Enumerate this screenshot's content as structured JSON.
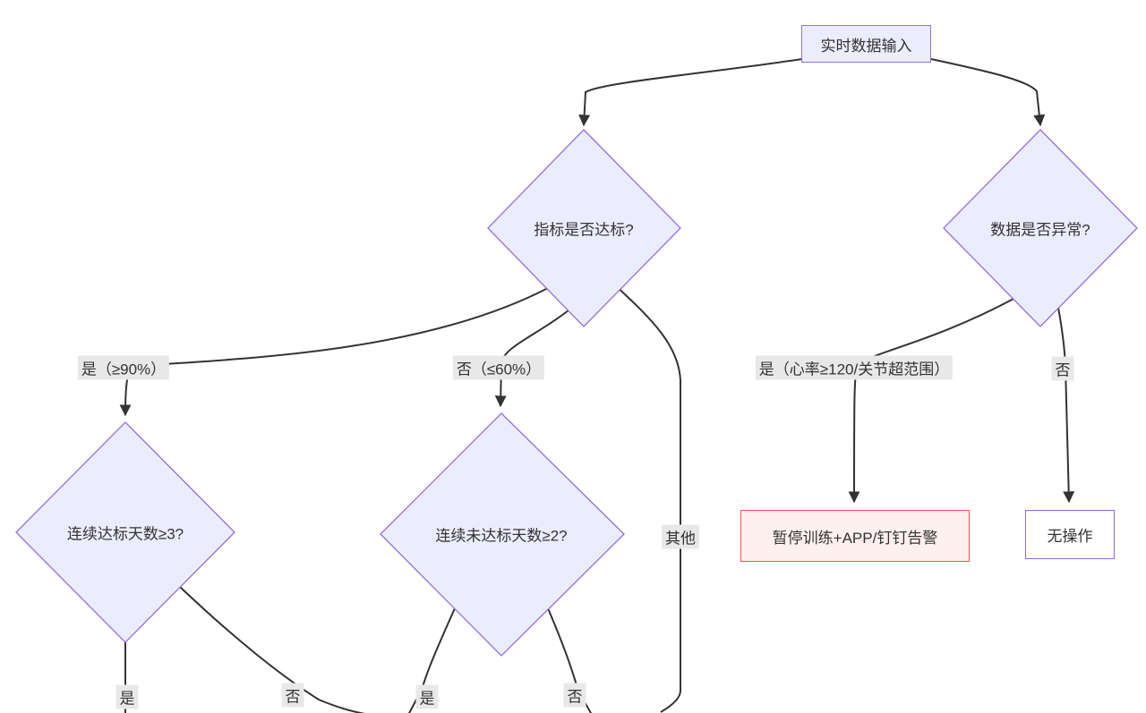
{
  "diagram": {
    "type": "flowchart",
    "nodes": {
      "input": {
        "label": "实时数据输入"
      },
      "target": {
        "label": "指标是否达标?"
      },
      "abnormal": {
        "label": "数据是否异常?"
      },
      "streak3": {
        "label": "连续达标天数≥3?"
      },
      "fail2": {
        "label": "连续未达标天数≥2?"
      },
      "alert": {
        "label": "暂停训练+APP/钉钉告警"
      },
      "noop": {
        "label": "无操作"
      }
    },
    "edge_labels": {
      "yes_90": "是（≥90%）",
      "no_60": "否（≤60%）",
      "other": "其他",
      "yes_hr": "是（心率≥120/关节超范围）",
      "no_right": "否",
      "yes_left_bottom": "是",
      "no_left_bottom": "否",
      "yes_mid_bottom": "是",
      "no_mid_bottom": "否"
    },
    "colors": {
      "node_fill": "#ECECFF",
      "node_border": "#9370DB",
      "alert_fill": "#fff0f0",
      "alert_border": "#ff4d4f",
      "noop_fill": "#ffffff",
      "noop_border": "#8c6bd8",
      "edge": "#333333",
      "edge_label_bg": "#e8e8e8",
      "text": "#333333"
    }
  }
}
